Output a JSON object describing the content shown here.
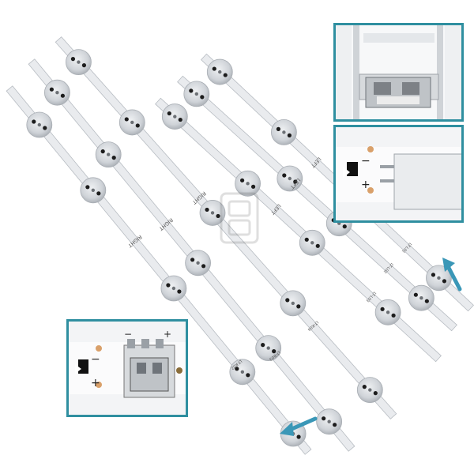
{
  "colors": {
    "strip": "#e9ebee",
    "strip_edge": "#b7bcc2",
    "lens": "#d3d7dc",
    "lens_edge": "#a9aeb4",
    "inset_border": "#2f8fa0",
    "arrow": "#3a97b7",
    "pad": "#d9a06a"
  },
  "strips": [
    {
      "label": "RIGHT",
      "code": "LT-R02"
    },
    {
      "label": "RIGHT",
      "code": "LT-R03"
    },
    {
      "label": "RIGHT",
      "code": "LT-R04"
    },
    {
      "label": "LEFT",
      "code": "LT-L03"
    },
    {
      "label": "LEFT",
      "code": "LT-L02"
    },
    {
      "label": "LEFT",
      "code": "LT-L01"
    }
  ],
  "insets": {
    "bottom_left": {
      "minus": "−",
      "plus": "+",
      "wire_minus": "−",
      "wire_plus": "+"
    },
    "top_right_2": {
      "minus": "−",
      "plus": "+"
    }
  },
  "arrows": [
    "arrow-right-strip-end",
    "arrow-left-strip-end"
  ],
  "watermark_icon": "store-logo-icon"
}
